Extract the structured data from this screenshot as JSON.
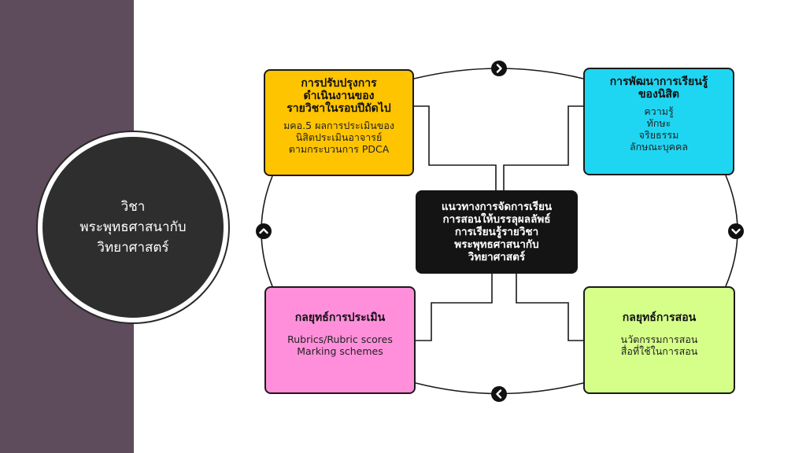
{
  "course": {
    "lines": [
      "วิชา",
      "พระพุทธศาสนากับ",
      "วิทยาศาสตร์"
    ]
  },
  "center": {
    "lines": [
      "แนวทางการจัดการเรียน",
      "การสอนให้บรรลุผลลัพธ์",
      "การเรียนรู้รายวิชา",
      "พระพุทธศาสนากับ",
      "วิทยาศาสตร์"
    ]
  },
  "boxes": {
    "improvement": {
      "title_lines": [
        "การปรับปรุงการ",
        "ดำเนินงานของ",
        "รายวิชาในรอบปีถัดไป"
      ],
      "items": [
        "มคอ.5 ผลการประเมินของ",
        "นิสิตประเมินอาจารย์",
        "ตามกระบวนการ PDCA"
      ],
      "color": "#ffc400"
    },
    "learning": {
      "title_lines": [
        "การพัฒนาการเรียนรู้",
        "ของนิสิต"
      ],
      "items": [
        "ความรู้",
        "ทักษะ",
        "จริยธรรม",
        "ลักษณะบุคคล"
      ],
      "color": "#1fd6f2"
    },
    "assessment": {
      "title_lines": [
        "กลยุทธ์การประเมิน"
      ],
      "items": [
        "Rubrics/Rubric scores",
        "Marking schemes"
      ],
      "color": "#ff8fda"
    },
    "teaching": {
      "title_lines": [
        "กลยุทธ์การสอน"
      ],
      "items": [
        "นวัตกรรมการสอน",
        "สื่อที่ใช้ในการสอน"
      ],
      "color": "#d6ff8a"
    }
  },
  "arrows": {
    "top": "chevron-right-icon",
    "right": "chevron-down-icon",
    "bottom": "chevron-left-icon",
    "left": "chevron-up-icon"
  }
}
